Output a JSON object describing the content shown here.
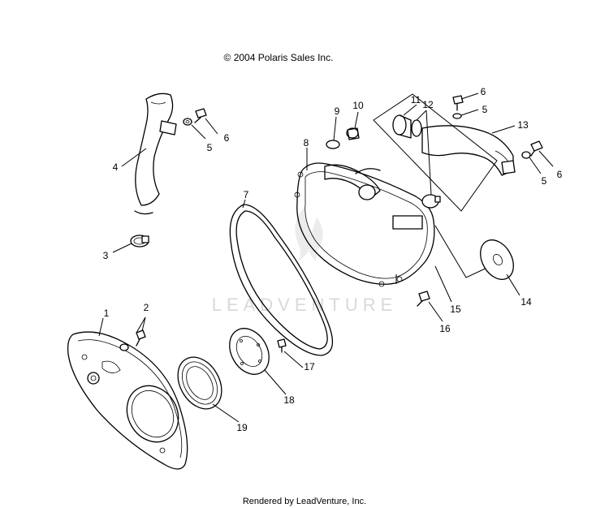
{
  "copyright": "© 2004 Polaris Sales Inc.",
  "watermark": "LEADVENTURE",
  "footer": "Rendered by LeadVenture, Inc.",
  "callouts": [
    {
      "id": "c1",
      "label": "1"
    },
    {
      "id": "c2",
      "label": "2"
    },
    {
      "id": "c3",
      "label": "3"
    },
    {
      "id": "c4",
      "label": "4"
    },
    {
      "id": "c5a",
      "label": "5"
    },
    {
      "id": "c6a",
      "label": "6"
    },
    {
      "id": "c7",
      "label": "7"
    },
    {
      "id": "c8",
      "label": "8"
    },
    {
      "id": "c9",
      "label": "9"
    },
    {
      "id": "c10",
      "label": "10"
    },
    {
      "id": "c11",
      "label": "11"
    },
    {
      "id": "c12",
      "label": "12"
    },
    {
      "id": "c6b",
      "label": "6"
    },
    {
      "id": "c5b",
      "label": "5"
    },
    {
      "id": "c13",
      "label": "13"
    },
    {
      "id": "c6c",
      "label": "6"
    },
    {
      "id": "c5c",
      "label": "5"
    },
    {
      "id": "c14",
      "label": "14"
    },
    {
      "id": "c15",
      "label": "15"
    },
    {
      "id": "c16",
      "label": "16"
    },
    {
      "id": "c17",
      "label": "17"
    },
    {
      "id": "c18",
      "label": "18"
    },
    {
      "id": "c19",
      "label": "19"
    }
  ]
}
